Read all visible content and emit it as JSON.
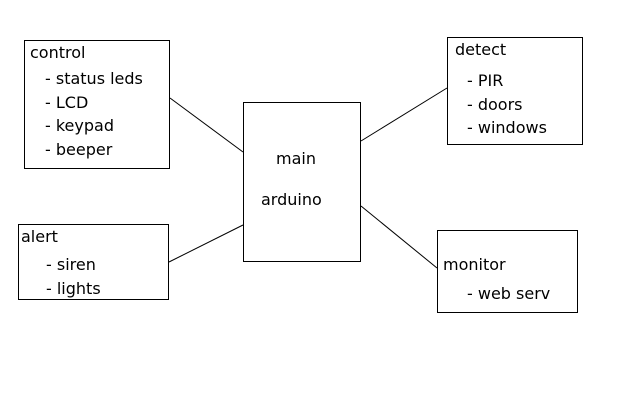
{
  "main": {
    "line1": "main",
    "line2": "arduino"
  },
  "control": {
    "title": "control",
    "items": [
      "- status leds",
      "- LCD",
      "- keypad",
      "- beeper"
    ]
  },
  "alert": {
    "title": "alert",
    "items": [
      "- siren",
      "- lights"
    ]
  },
  "detect": {
    "title": "detect",
    "items": [
      "- PIR",
      "- doors",
      "- windows"
    ]
  },
  "monitor": {
    "title": "monitor",
    "items": [
      "- web serv"
    ]
  }
}
